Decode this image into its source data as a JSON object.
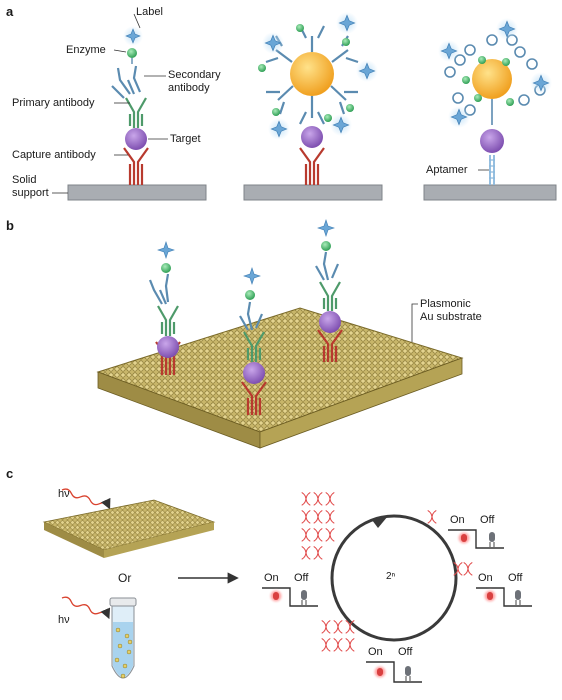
{
  "panels": {
    "a": {
      "letter": "a",
      "labels": {
        "label": "Label",
        "enzyme": "Enzyme",
        "secondary_antibody_1": "Secondary",
        "secondary_antibody_2": "antibody",
        "primary_antibody": "Primary antibody",
        "target": "Target",
        "capture_antibody": "Capture antibody",
        "solid_support_1": "Solid",
        "solid_support_2": "support",
        "aptamer": "Aptamer"
      }
    },
    "b": {
      "letter": "b",
      "labels": {
        "plasmonic_1": "Plasmonic",
        "plasmonic_2": "Au substrate"
      }
    },
    "c": {
      "letter": "c",
      "labels": {
        "hv_top": "hν",
        "hv_bottom": "hν",
        "or": "Or",
        "cycle": "2ⁿ",
        "on": "On",
        "off": "Off"
      }
    }
  },
  "colors": {
    "capture": "#b83a2e",
    "primary": "#4e9a6a",
    "secondary": "#5b8bb0",
    "target": "#9a6ec6",
    "enzyme": "#5cc47a",
    "label": "#8ab8dc",
    "gold": "#f5b82e",
    "support": "#a9adb2",
    "substrate": "#c8b66a"
  }
}
